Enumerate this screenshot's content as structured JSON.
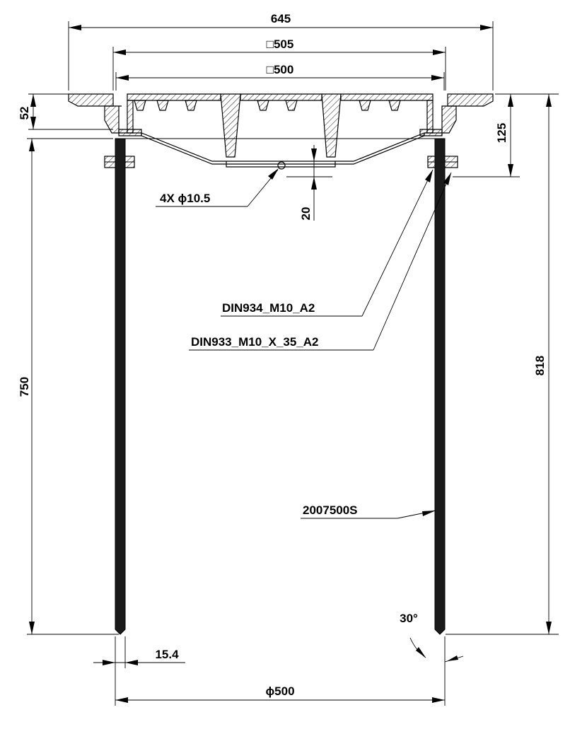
{
  "dimensions": {
    "overall_width": "645",
    "frame_square_outer": "□505",
    "frame_square_inner": "□500",
    "flange_height": "52",
    "bolt_depth": "125",
    "pipe_length": "750",
    "overall_height": "818",
    "bottom_offset": "20",
    "wall_thickness": "15.4",
    "pipe_diameter": "ϕ500",
    "chamfer_angle": "30°"
  },
  "labels": {
    "holes": "4X ϕ10.5",
    "nut": "DIN934_M10_A2",
    "bolt": "DIN933_M10_X_35_A2",
    "pipe": "2007500S"
  },
  "colors": {
    "ink": "#000000",
    "paper": "#ffffff"
  }
}
